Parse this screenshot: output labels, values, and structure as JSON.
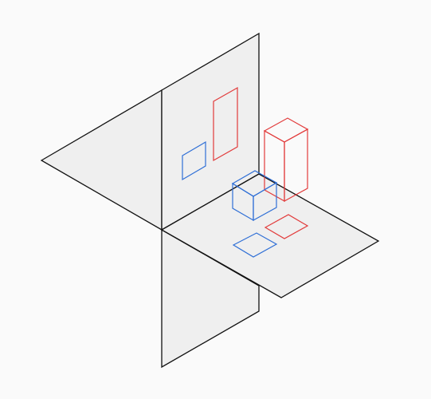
{
  "colors": {
    "background": "#fafafa",
    "plane_fill": "#efefef",
    "plane_edge": "#111111",
    "cube": "#2f6fd6",
    "prism": "#e23b3b"
  },
  "figure": {
    "planes": [
      "left-side-plane",
      "back-vertical-plane",
      "horizontal-plane",
      "lower-vertical-plane"
    ],
    "objects": [
      "cube",
      "rectangular-prism"
    ],
    "projections": [
      "cube-front-projection",
      "cube-top-projection",
      "prism-front-projection",
      "prism-top-projection"
    ]
  }
}
